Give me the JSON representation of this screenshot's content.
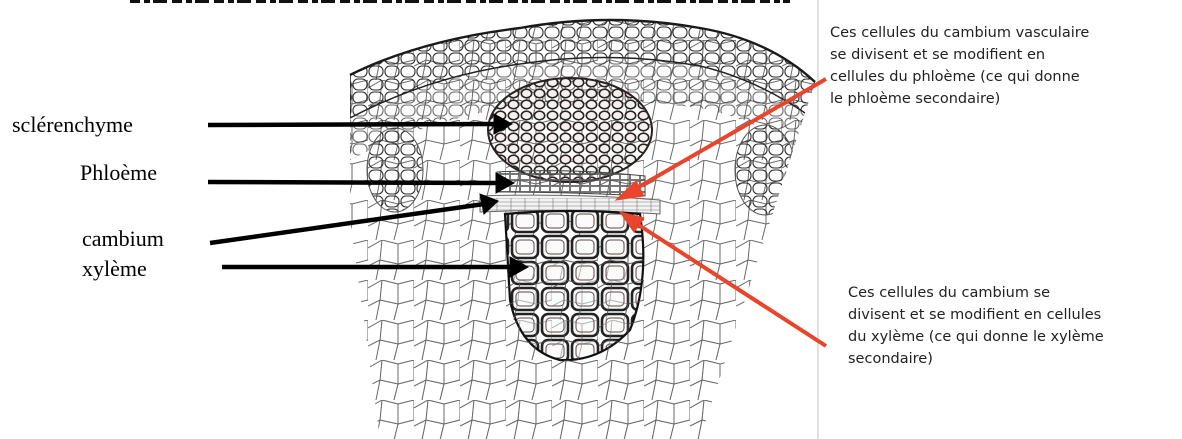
{
  "labels": {
    "sclerenchyme": "sclérenchyme",
    "phloeme": "Phloème",
    "cambium": "cambium",
    "xyleme": "xylème"
  },
  "notes": {
    "phloem_note": [
      "Ces cellules du cambium vasculaire",
      "se divisent et se modifient en",
      "cellules du phloème (ce qui donne",
      "le phloème secondaire)"
    ],
    "xylem_note": [
      "Ces cellules du cambium se",
      "divisent et se modifient en cellules",
      "du xylème (ce qui donne le xylème",
      "secondaire)"
    ]
  },
  "colors": {
    "label_arrow": "#000000",
    "note_arrow": "#e8452c",
    "cell_wall": "#3a3a3a",
    "divider": "#cfcfcf"
  }
}
